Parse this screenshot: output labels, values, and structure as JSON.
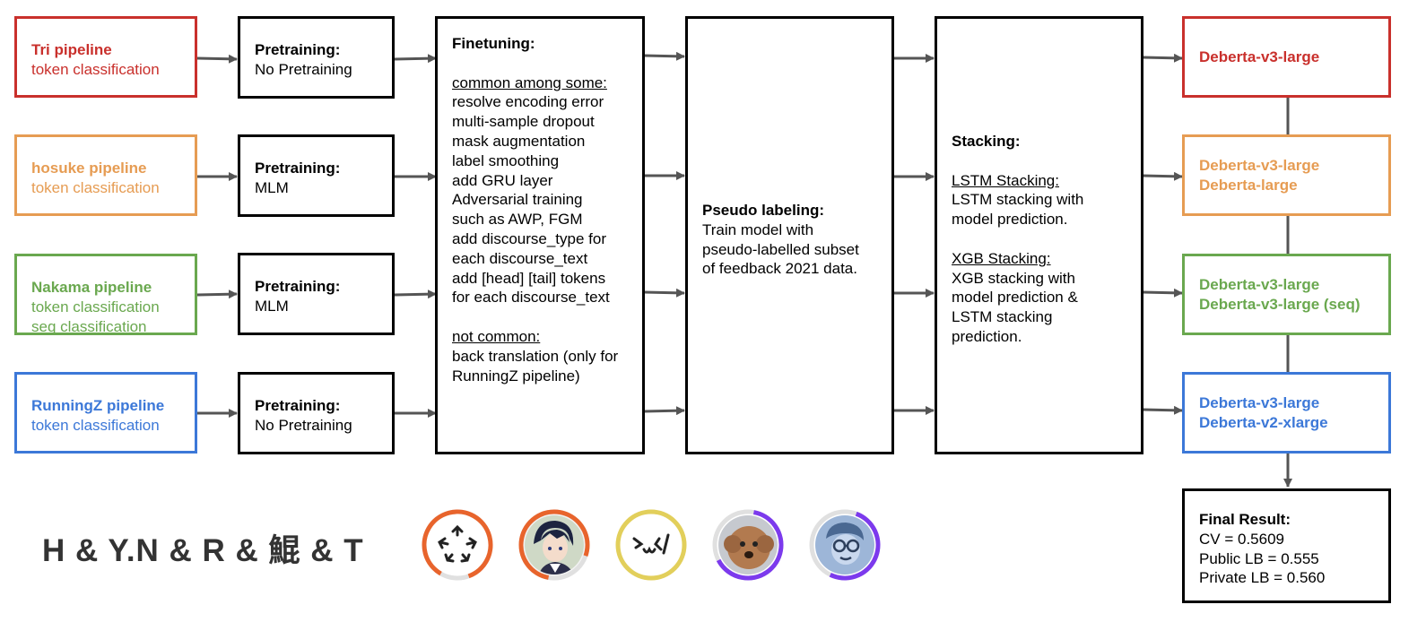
{
  "colors": {
    "tri": "#c9302c",
    "hosuke": "#e69c53",
    "nakama": "#6aa84f",
    "runningz": "#3c78d8",
    "arrow": "#555555",
    "avatar_orange": "#e8642c",
    "avatar_yellow": "#e2cf5b",
    "avatar_purple": "#7c3aed"
  },
  "pipelines": [
    {
      "title": "Tri pipeline",
      "lines": [
        "token classification"
      ]
    },
    {
      "title": "hosuke pipeline",
      "lines": [
        "token classification"
      ]
    },
    {
      "title": "Nakama pipeline",
      "lines": [
        "token classification",
        "seq classification"
      ]
    },
    {
      "title": "RunningZ pipeline",
      "lines": [
        "token classification"
      ]
    }
  ],
  "pretraining": [
    {
      "title": "Pretraining:",
      "value": "No Pretraining"
    },
    {
      "title": "Pretraining:",
      "value": "MLM"
    },
    {
      "title": "Pretraining:",
      "value": "MLM"
    },
    {
      "title": "Pretraining:",
      "value": "No Pretraining"
    }
  ],
  "finetuning": {
    "title": "Finetuning:",
    "common_heading": "common among some:",
    "common_lines": [
      "resolve encoding error",
      "multi-sample dropout",
      "mask augmentation",
      "label smoothing",
      "add GRU layer",
      "Adversarial training",
      "such as AWP, FGM",
      "add discourse_type for",
      "each discourse_text",
      "add [head] [tail] tokens",
      "for each discourse_text"
    ],
    "not_common_heading": "not common:",
    "not_common_lines": [
      "back translation (only for",
      "RunningZ pipeline)"
    ]
  },
  "pseudo_labeling": {
    "title": "Pseudo labeling:",
    "lines": [
      "Train model with",
      "pseudo-labelled subset",
      "of feedback 2021 data."
    ]
  },
  "stacking": {
    "title": "Stacking:",
    "lstm_heading": "LSTM Stacking:",
    "lstm_lines": [
      "LSTM stacking with",
      "model prediction."
    ],
    "xgb_heading": "XGB Stacking:",
    "xgb_lines": [
      "XGB stacking with",
      "model prediction &",
      "LSTM stacking",
      "prediction."
    ]
  },
  "models": [
    {
      "lines": [
        "Deberta-v3-large"
      ]
    },
    {
      "lines": [
        "Deberta-v3-large",
        "Deberta-large"
      ]
    },
    {
      "lines": [
        "Deberta-v3-large",
        "Deberta-v3-large (seq)"
      ]
    },
    {
      "lines": [
        "Deberta-v3-large",
        "Deberta-v2-xlarge"
      ]
    }
  ],
  "final_result": {
    "title": "Final Result:",
    "lines": [
      "CV = 0.5609",
      "Public LB = 0.555",
      "Private LB = 0.560"
    ]
  },
  "team_name": "H & Y.N & R & 鯤 & T",
  "avatars": [
    {
      "icon": "recycle-arrows-icon",
      "glyph": "⟳"
    },
    {
      "icon": "anime-character-icon",
      "glyph": "☺"
    },
    {
      "icon": "kaomoji-face-icon",
      "glyph": "\\ω</"
    },
    {
      "icon": "puppy-photo-icon",
      "glyph": "🐶"
    },
    {
      "icon": "glasses-face-icon",
      "glyph": "☺"
    }
  ]
}
